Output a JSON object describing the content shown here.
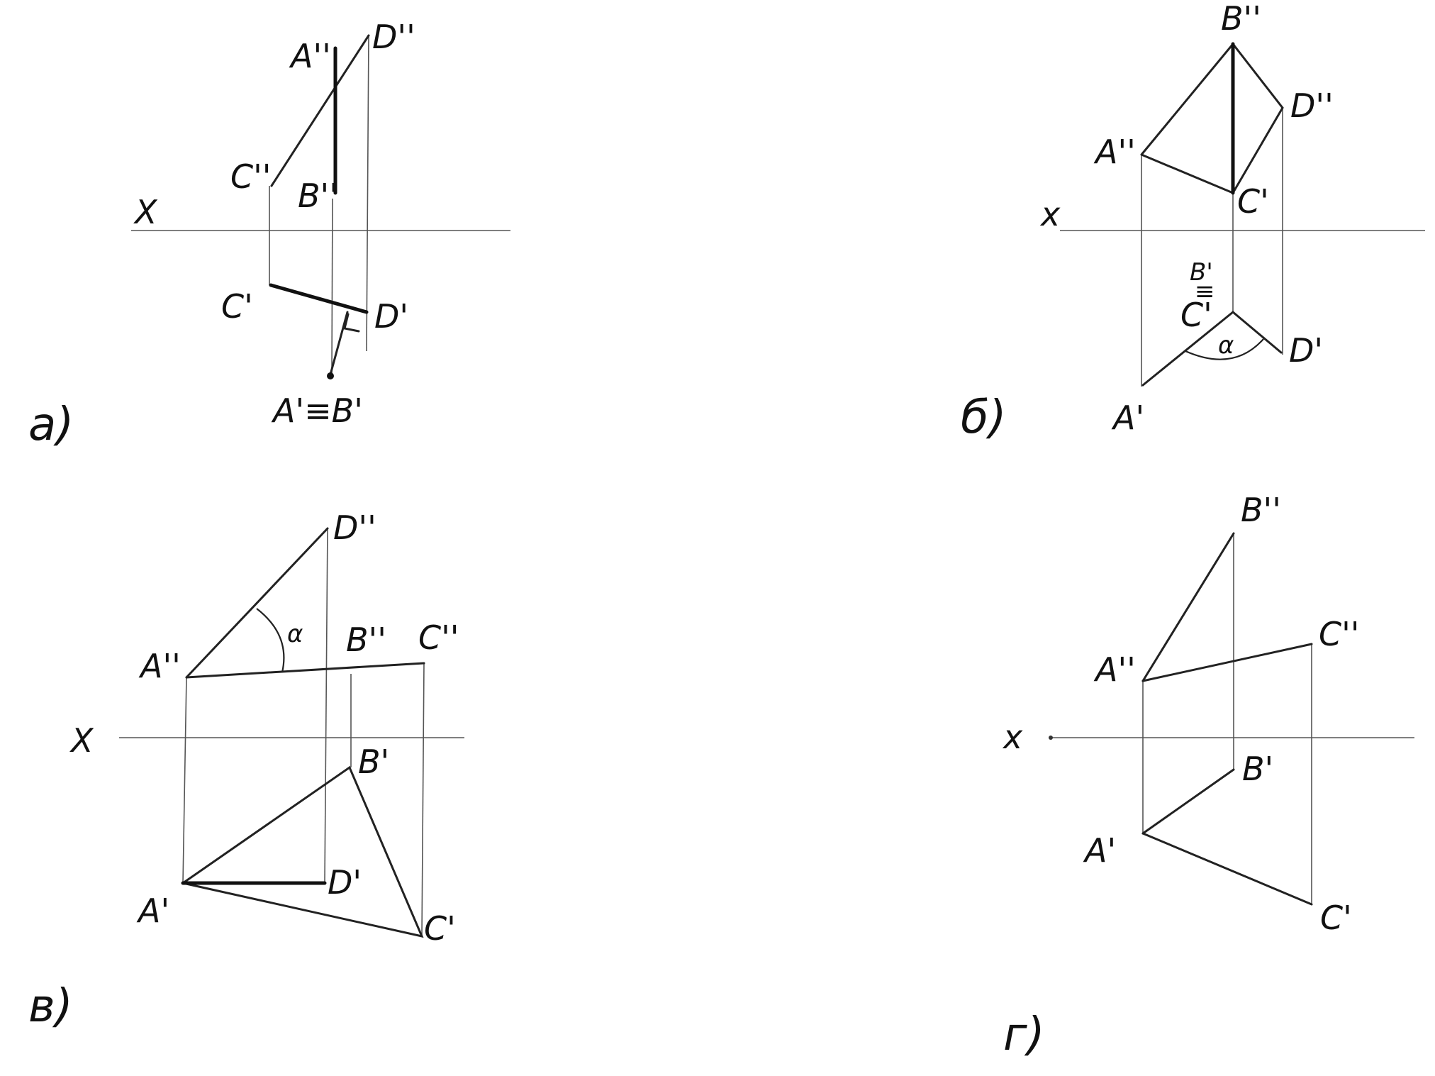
{
  "figures": {
    "a": {
      "caption": "а)",
      "x_label": "X",
      "labels": {
        "A2": "A''",
        "D2": "D''",
        "C2": "C''",
        "B2": "B''",
        "C1": "C'",
        "D1": "D'",
        "AB1": "A'≡B'"
      }
    },
    "b": {
      "caption": "б)",
      "x_label": "x",
      "labels": {
        "B2": "B''",
        "D2": "D''",
        "A2": "A''",
        "C2": "C'",
        "B1": "B'",
        "eq": "≡",
        "C1": "C'",
        "D1": "D'",
        "A1": "A'",
        "alpha": "α"
      }
    },
    "c": {
      "caption": "в)",
      "x_label": "X",
      "labels": {
        "D2": "D''",
        "A2": "A''",
        "B2": "B''",
        "C2": "C''",
        "B1": "B'",
        "A1": "A'",
        "D1": "D'",
        "C1": "C'",
        "alpha": "α"
      }
    },
    "d": {
      "caption": "г)",
      "x_label": "x",
      "labels": {
        "B2": "B''",
        "A2": "A''",
        "C2": "C''",
        "B1": "B'",
        "A1": "A'",
        "C1": "C'"
      }
    }
  }
}
